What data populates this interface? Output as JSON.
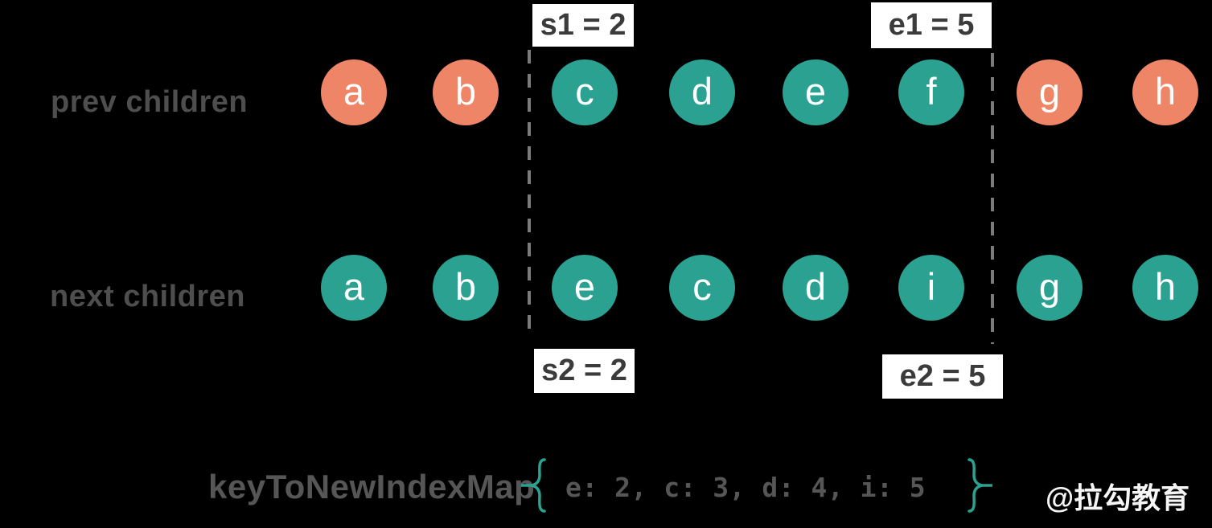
{
  "colors": {
    "background": "#000000",
    "orange": "#ED8566",
    "teal": "#2AA191",
    "label_gray": "#4E4E4E",
    "marker_text": "#3B3B3B",
    "marker_bg": "#FFFFFF",
    "dash_gray": "#7B7B7B",
    "map_text": "#565656",
    "brace": "#2AA191",
    "circle_text": "#FFFFFF",
    "watermark": "#F5F5F5"
  },
  "rows": [
    {
      "label": "prev children",
      "circles": [
        {
          "letter": "a",
          "color": "orange"
        },
        {
          "letter": "b",
          "color": "orange"
        },
        {
          "letter": "c",
          "color": "teal"
        },
        {
          "letter": "d",
          "color": "teal"
        },
        {
          "letter": "e",
          "color": "teal"
        },
        {
          "letter": "f",
          "color": "teal"
        },
        {
          "letter": "g",
          "color": "orange"
        },
        {
          "letter": "h",
          "color": "orange"
        }
      ]
    },
    {
      "label": "next children",
      "circles": [
        {
          "letter": "a",
          "color": "teal"
        },
        {
          "letter": "b",
          "color": "teal"
        },
        {
          "letter": "e",
          "color": "teal"
        },
        {
          "letter": "c",
          "color": "teal"
        },
        {
          "letter": "d",
          "color": "teal"
        },
        {
          "letter": "i",
          "color": "teal"
        },
        {
          "letter": "g",
          "color": "teal"
        },
        {
          "letter": "h",
          "color": "teal"
        }
      ]
    }
  ],
  "markers": {
    "s1": "s1 = 2",
    "e1": "e1 = 5",
    "s2": "s2 = 2",
    "e2": "e2 = 5"
  },
  "map": {
    "label": "keyToNewIndexMap",
    "content": "e: 2, c: 3, d: 4, i: 5"
  },
  "watermark": "@拉勾教育"
}
